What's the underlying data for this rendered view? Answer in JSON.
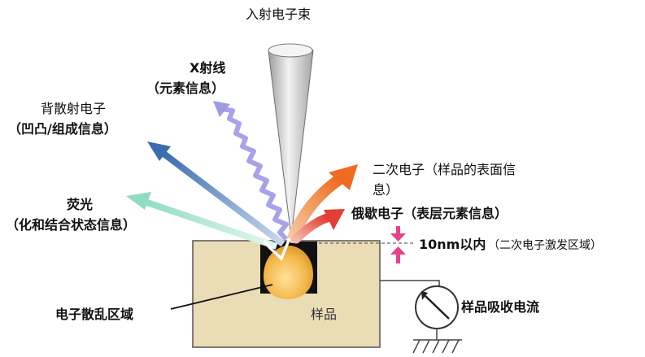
{
  "labels": {
    "incident_beam": "入射电子束",
    "xray_line1": "X射线",
    "xray_line2": "（元素信息）",
    "backscatter_line1": "背散射电子",
    "backscatter_line2": "（凹凸/组成信息）",
    "fluorescence_line1": "荧光",
    "fluorescence_line2": "（化和结合状态信息）",
    "secondary_line1": "二次电子（样品的表面信",
    "secondary_line2": "息）",
    "auger": "俄歇电子（表层元素信息）",
    "depth_main": "10nm以内",
    "depth_note": "（二次电子激发区域）",
    "scatter_region": "电子散乱区域",
    "sample": "样品",
    "current": "样品吸收电流"
  },
  "colors": {
    "sample_fill": "#eadcb4",
    "beam": "#cfcfcf",
    "xray": "#9f9ae4",
    "backscatter": "#3d6fb3",
    "fluorescence": "#a9e5d0",
    "secondary": "#ee7f3a",
    "auger": "#e85548",
    "depth_arrows": "#e6428a",
    "interaction_volume": "#f0b44a"
  }
}
